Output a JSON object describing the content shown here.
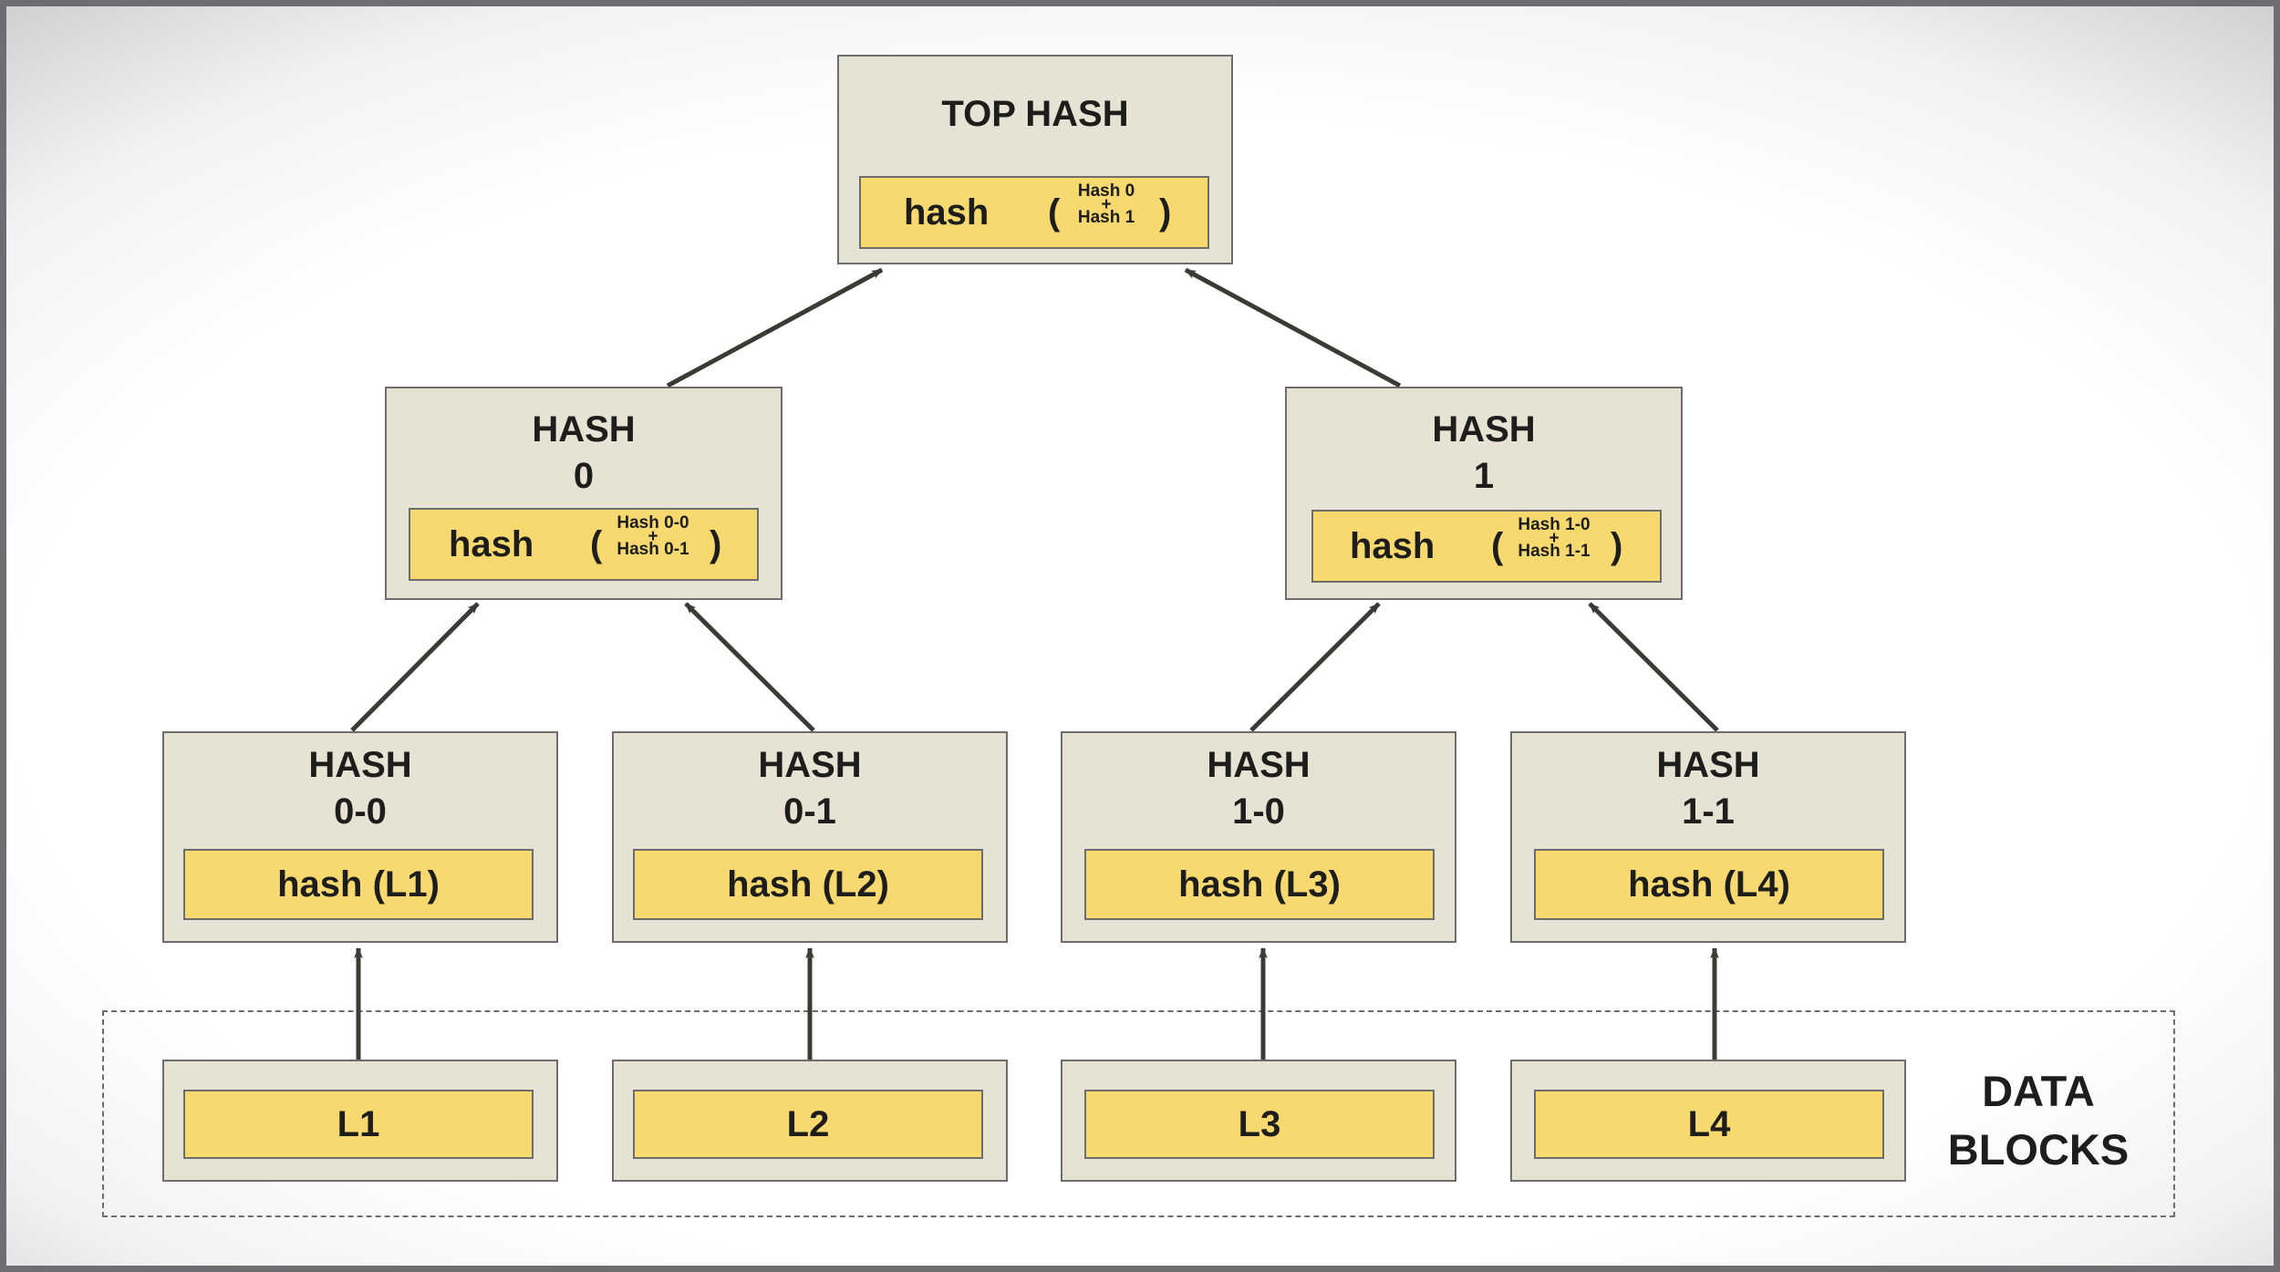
{
  "top": {
    "title": "TOP HASH",
    "fn": "hash",
    "arg_a": "Hash 0",
    "plus": "+",
    "arg_b": "Hash 1",
    "open": "(",
    "close": ")"
  },
  "h0": {
    "title1": "HASH",
    "title2": "0",
    "fn": "hash",
    "arg_a": "Hash 0-0",
    "plus": "+",
    "arg_b": "Hash 0-1",
    "open": "(",
    "close": ")"
  },
  "h1": {
    "title1": "HASH",
    "title2": "1",
    "fn": "hash",
    "arg_a": "Hash 1-0",
    "plus": "+",
    "arg_b": "Hash 1-1",
    "open": "(",
    "close": ")"
  },
  "leaves": [
    {
      "title1": "HASH",
      "title2": "0-0",
      "value": "hash (L1)"
    },
    {
      "title1": "HASH",
      "title2": "0-1",
      "value": "hash (L2)"
    },
    {
      "title1": "HASH",
      "title2": "1-0",
      "value": "hash (L3)"
    },
    {
      "title1": "HASH",
      "title2": "1-1",
      "value": "hash (L4)"
    }
  ],
  "blocks": [
    "L1",
    "L2",
    "L3",
    "L4"
  ],
  "data_label": {
    "line1": "DATA",
    "line2": "BLOCKS"
  },
  "colors": {
    "node_fill": "#e6e2d4",
    "hash_fill": "#f8d970",
    "border": "#6d6d6d",
    "arrow": "#3b3b35",
    "text": "#1d1d1b"
  }
}
